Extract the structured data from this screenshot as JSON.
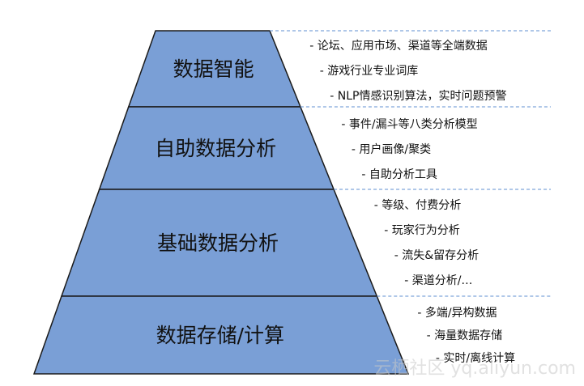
{
  "pyramid": {
    "fill": "#7a9fd6",
    "stroke": "#1a1a1a",
    "divider": "#5f8fd0",
    "tiers": [
      {
        "label": "数据智能",
        "bullets": [
          "- 论坛、应用市场、渠道等全端数据",
          "- 游戏行业专业词库",
          "- NLP情感识别算法，实时问题预警"
        ]
      },
      {
        "label": "自助数据分析",
        "bullets": [
          "- 事件/漏斗等八类分析模型",
          "- 用户画像/聚类",
          "- 自助分析工具"
        ]
      },
      {
        "label": "基础数据分析",
        "bullets": [
          "- 等级、付费分析",
          "- 玩家行为分析",
          "- 流失&留存分析",
          "- 渠道分析/…"
        ]
      },
      {
        "label": "数据存储/计算",
        "bullets": [
          "- 多端/异构数据",
          "- 海量数据存储",
          "- 实时/离线计算"
        ]
      }
    ]
  },
  "watermark": "云栖社区 yq.aliyun.com"
}
